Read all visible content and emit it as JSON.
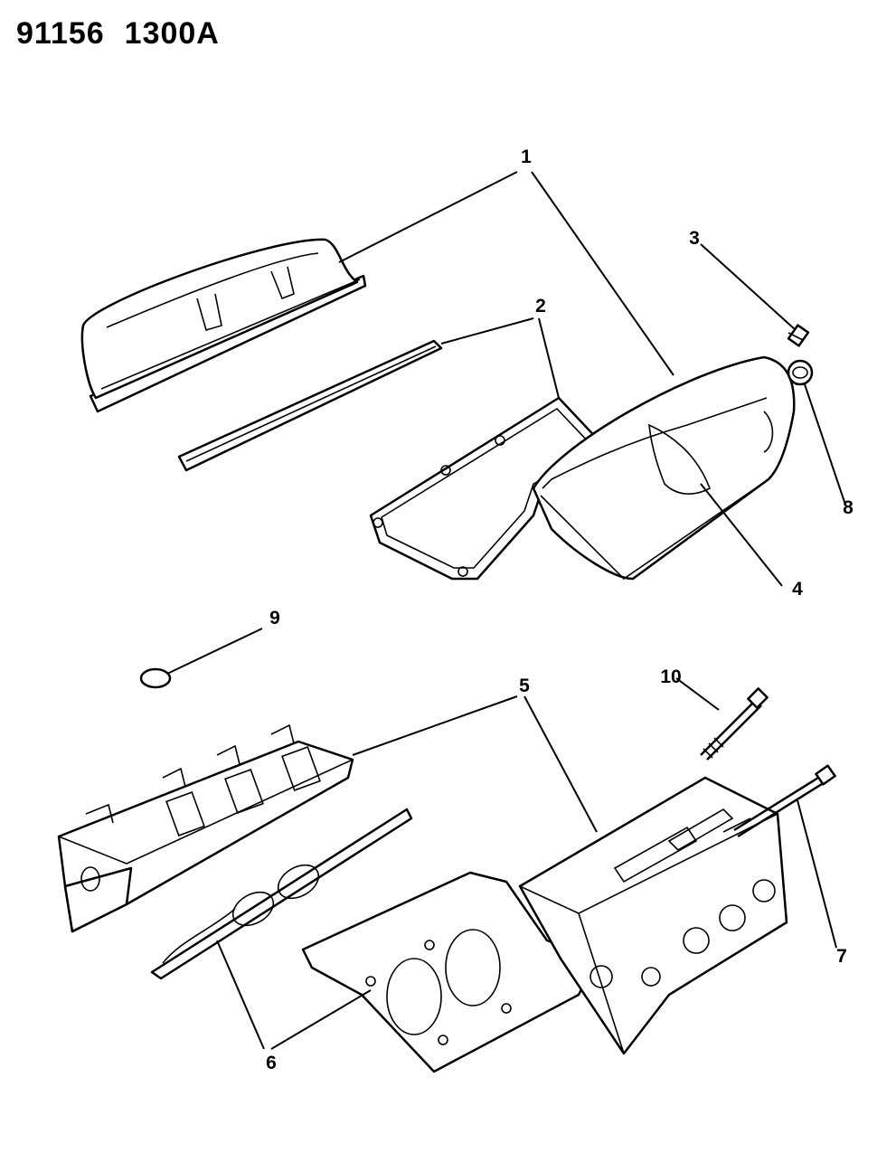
{
  "header": {
    "drawing_number": "91156",
    "code": "1300A"
  },
  "callouts": [
    {
      "id": "c1",
      "label": "1"
    },
    {
      "id": "c2",
      "label": "2"
    },
    {
      "id": "c3",
      "label": "3"
    },
    {
      "id": "c4",
      "label": "4"
    },
    {
      "id": "c5",
      "label": "5"
    },
    {
      "id": "c6",
      "label": "6"
    },
    {
      "id": "c7",
      "label": "7"
    },
    {
      "id": "c8",
      "label": "8"
    },
    {
      "id": "c9",
      "label": "9"
    },
    {
      "id": "c10",
      "label": "10"
    }
  ]
}
